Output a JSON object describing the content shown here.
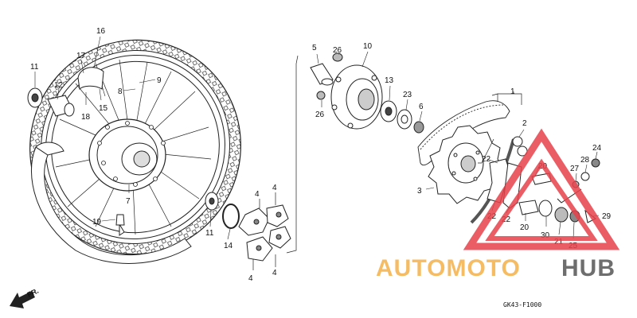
{
  "diagram": {
    "code": "GK43-F1000",
    "direction": "FR.",
    "callouts": {
      "c1": "1",
      "c2": "2",
      "c3": "3",
      "c4a": "4",
      "c4b": "4",
      "c4c": "4",
      "c4d": "4",
      "c5": "5",
      "c6": "6",
      "c7": "7",
      "c8": "8",
      "c9": "9",
      "c10": "10",
      "c11a": "11",
      "c11b": "11",
      "c12": "12",
      "c13": "13",
      "c14": "14",
      "c15": "15",
      "c16": "16",
      "c17": "17",
      "c18": "18",
      "c19": "19",
      "c20a": "20",
      "c20b": "20",
      "c21": "21",
      "c22a": "22",
      "c22b": "22",
      "c22c": "22",
      "c23": "23",
      "c24": "24",
      "c25": "25",
      "c26a": "26",
      "c26b": "26",
      "c27": "27",
      "c28": "28",
      "c29": "29",
      "c30": "30"
    }
  },
  "watermark": {
    "part1": "AUTOMOTO",
    "part2": "HUB"
  },
  "colors": {
    "line": "#222222",
    "watermark_red": "#e8414a",
    "watermark_orange": "#f4b14a",
    "watermark_gray": "#555555"
  }
}
